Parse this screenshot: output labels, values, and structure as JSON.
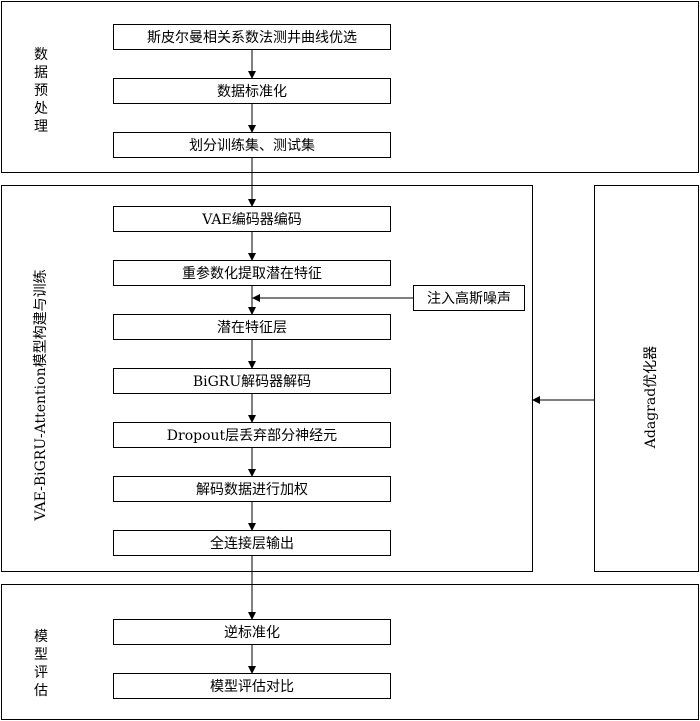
{
  "sections": {
    "preprocessing": {
      "label_chars": [
        "数",
        "据",
        "预",
        "处",
        "理"
      ],
      "steps": [
        "斯皮尔曼相关系数法测井曲线优选",
        "数据标准化",
        "划分训练集、测试集"
      ]
    },
    "model": {
      "label": "VAE-BiGRU-Attention模型构建与训练",
      "steps": [
        "VAE编码器编码",
        "重参数化提取潜在特征",
        "潜在特征层",
        "BiGRU解码器解码",
        "Dropout层丢弃部分神经元",
        "解码数据进行加权",
        "全连接层输出"
      ],
      "noise": "注入高斯噪声"
    },
    "optimizer": {
      "label": "Adagrad优化器"
    },
    "evaluation": {
      "label_chars": [
        "模",
        "型",
        "评",
        "估"
      ],
      "steps": [
        "逆标准化",
        "模型评估对比"
      ]
    }
  }
}
